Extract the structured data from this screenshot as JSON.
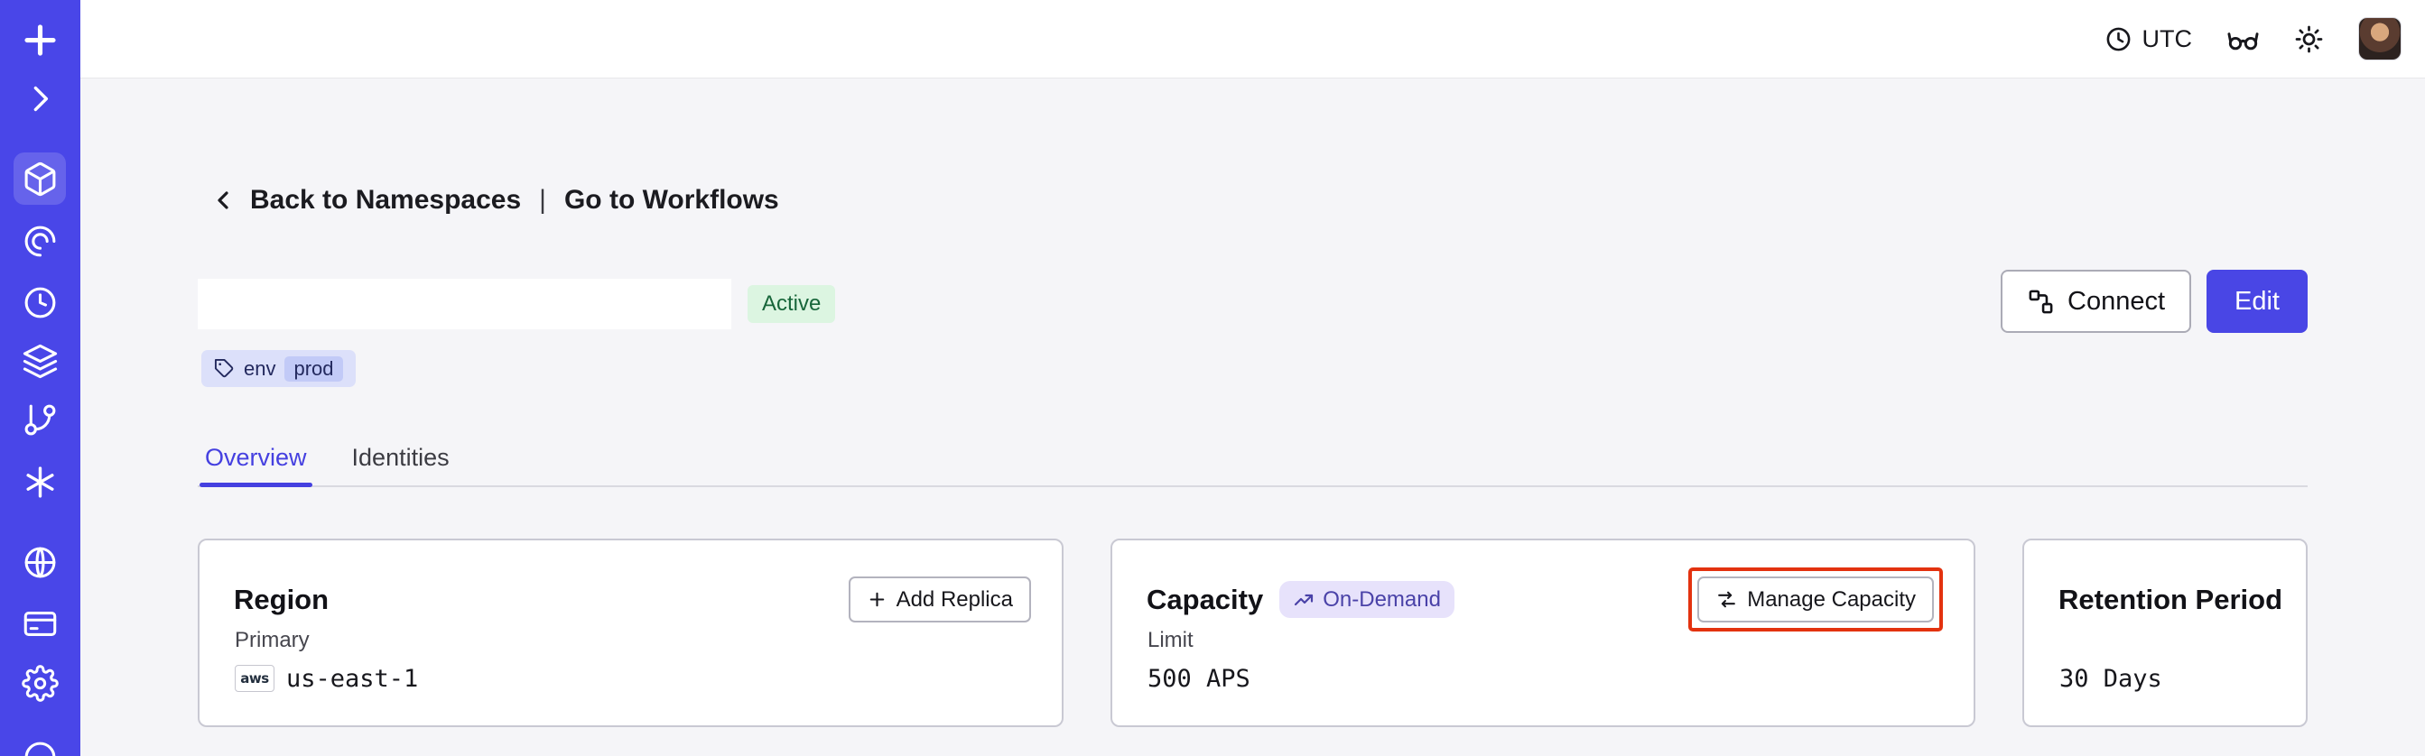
{
  "topbar": {
    "timezone_label": "UTC",
    "icons": [
      "clock-icon",
      "glasses-icon",
      "sun-icon",
      "user-avatar"
    ]
  },
  "sidebar": {
    "icons": [
      "temporal-logo-icon",
      "expand-chevron-icon",
      "namespaces-icon",
      "workflows-icon",
      "schedules-icon",
      "batch-icon",
      "deployments-icon",
      "nexus-icon",
      "usage-icon",
      "billing-icon",
      "settings-icon",
      "account-icon"
    ],
    "active_item": "namespaces"
  },
  "breadcrumb": {
    "back_label": "Back to Namespaces",
    "divider": "|",
    "forward_label": "Go to Workflows"
  },
  "namespace": {
    "status": "Active",
    "tag_key": "env",
    "tag_value": "prod"
  },
  "actions": {
    "connect": "Connect",
    "edit": "Edit"
  },
  "tabs": [
    {
      "label": "Overview",
      "active": true
    },
    {
      "label": "Identities",
      "active": false
    }
  ],
  "cards": {
    "region": {
      "title": "Region",
      "action_label": "Add Replica",
      "field_label": "Primary",
      "provider": "aws",
      "value": "us-east-1"
    },
    "capacity": {
      "title": "Capacity",
      "badge": "On-Demand",
      "action_label": "Manage Capacity",
      "field_label": "Limit",
      "value": "500 APS"
    },
    "retention": {
      "title": "Retention Period",
      "value": "30 Days"
    }
  },
  "colors": {
    "sidebar": "#4946E8",
    "accent": "#4540E0",
    "edit_bg": "#4946E5",
    "active_badge_bg": "#DCF5E1",
    "active_badge_text": "#17663A",
    "tag_bg": "#DCE0FA",
    "ondemand_bg": "#E7E2FB",
    "ondemand_text": "#4A42A8",
    "annotation": "#E3320F"
  }
}
